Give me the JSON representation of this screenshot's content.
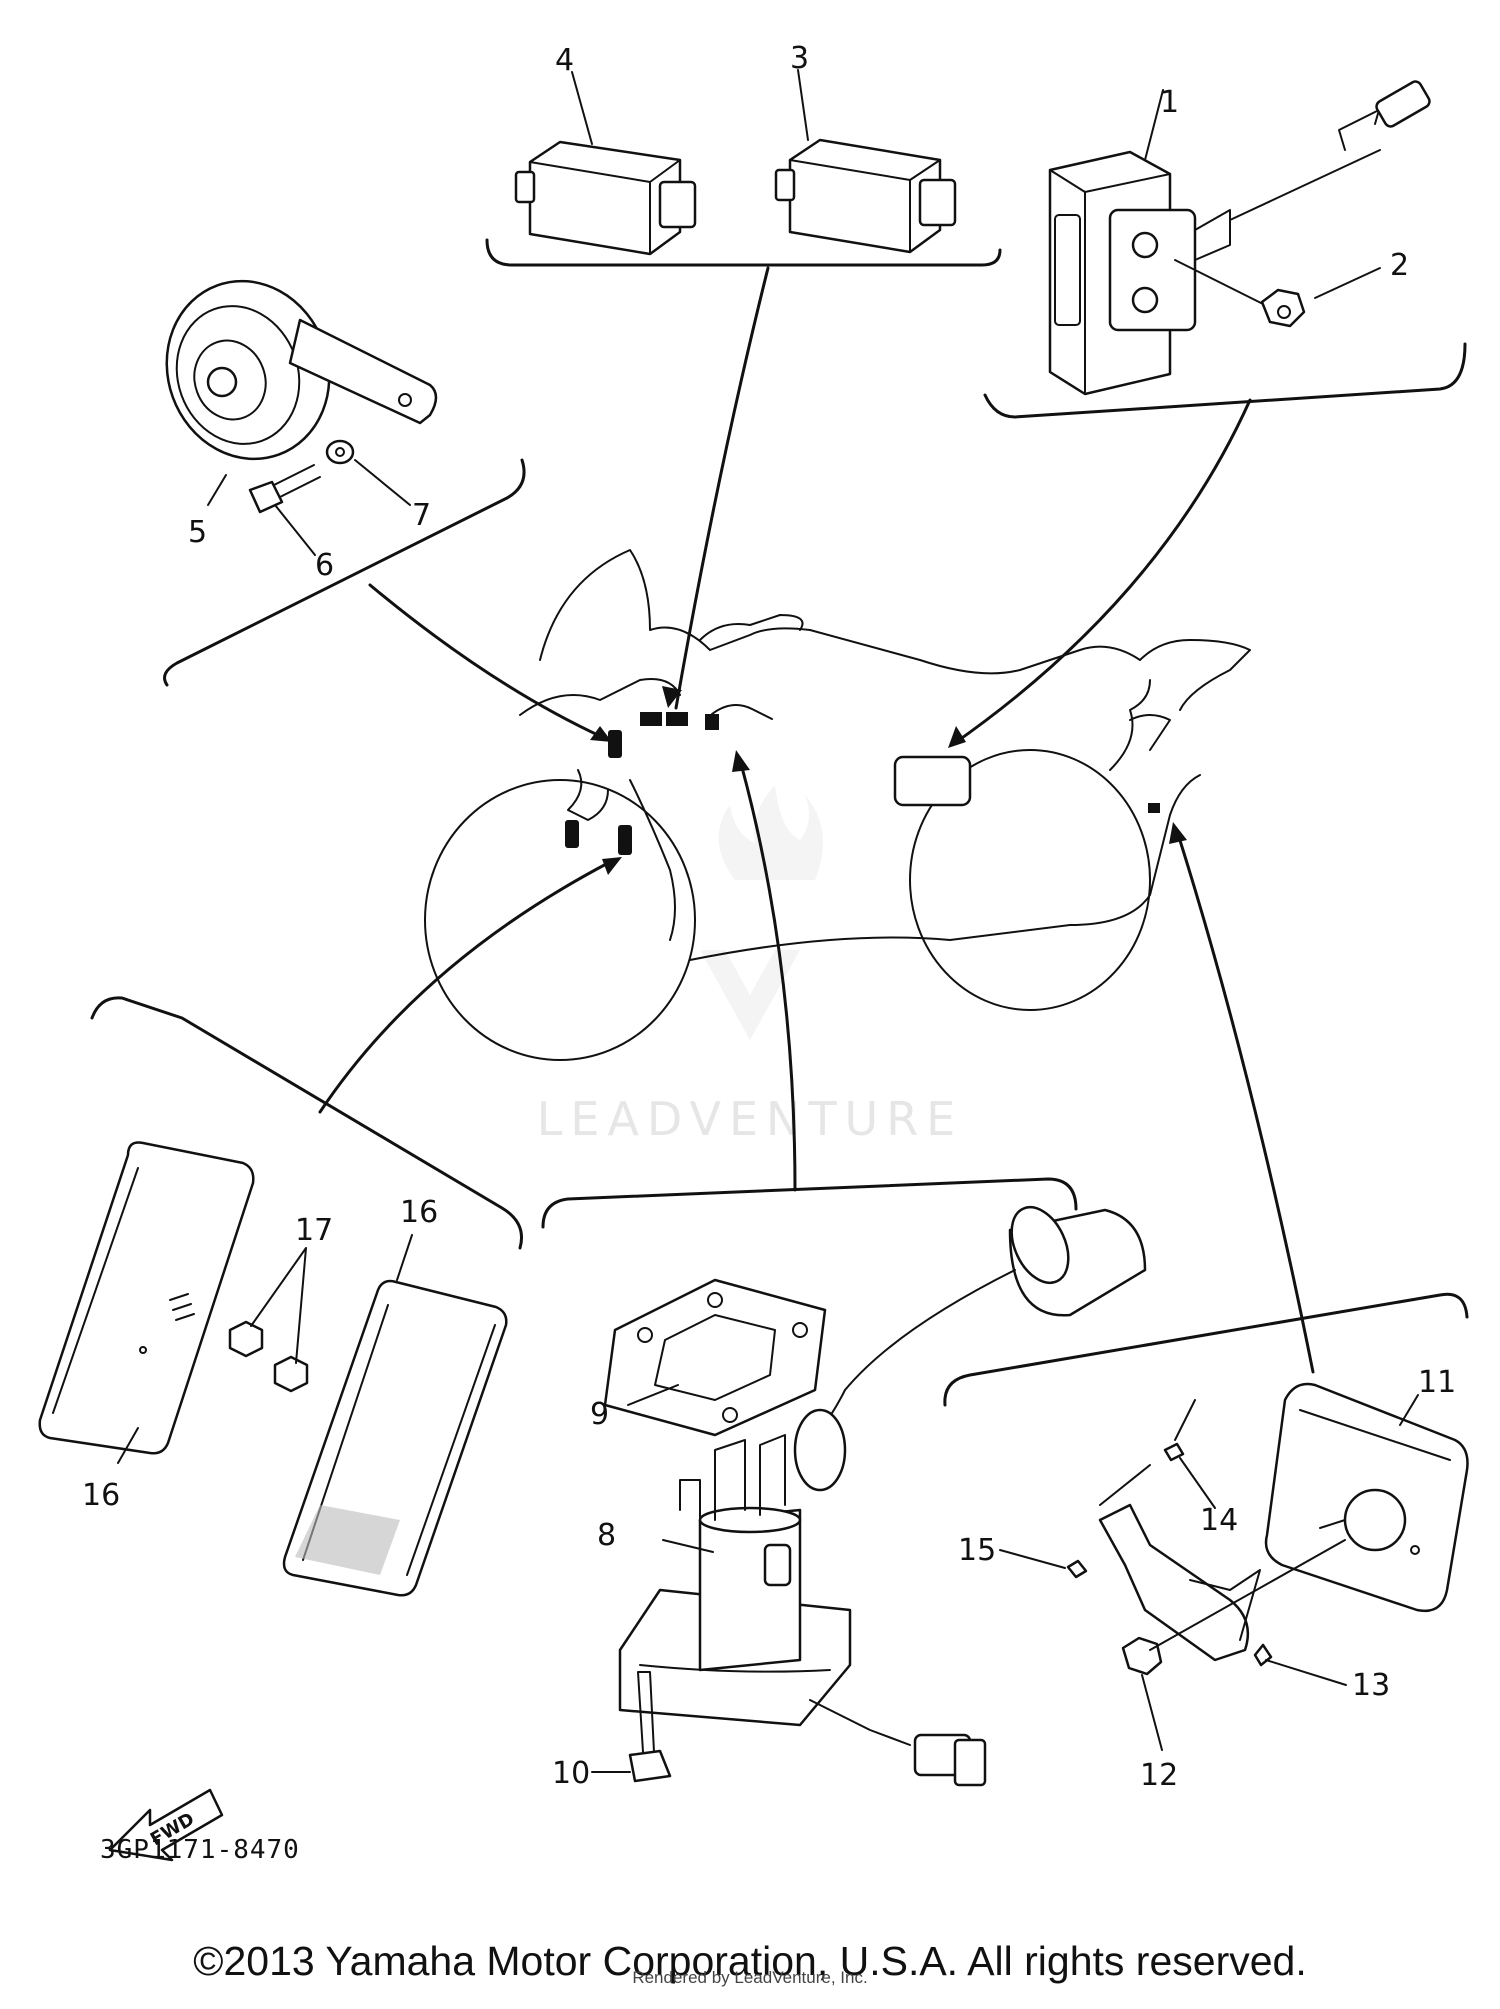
{
  "callouts": {
    "c1": "1",
    "c2": "2",
    "c3": "3",
    "c4": "4",
    "c5": "5",
    "c6": "6",
    "c7": "7",
    "c8": "8",
    "c9": "9",
    "c10": "10",
    "c11": "11",
    "c12": "12",
    "c13": "13",
    "c14": "14",
    "c15": "15",
    "c16a": "16",
    "c16b": "16",
    "c17": "17"
  },
  "fwd_label": "FWD",
  "watermark": "LEADVENTURE",
  "part_code": "3GP1171-8470",
  "copyright": "©2013 Yamaha Motor Corporation, U.S.A. All rights reserved.",
  "rendered_by": "Rendered by LeadVenture, Inc."
}
